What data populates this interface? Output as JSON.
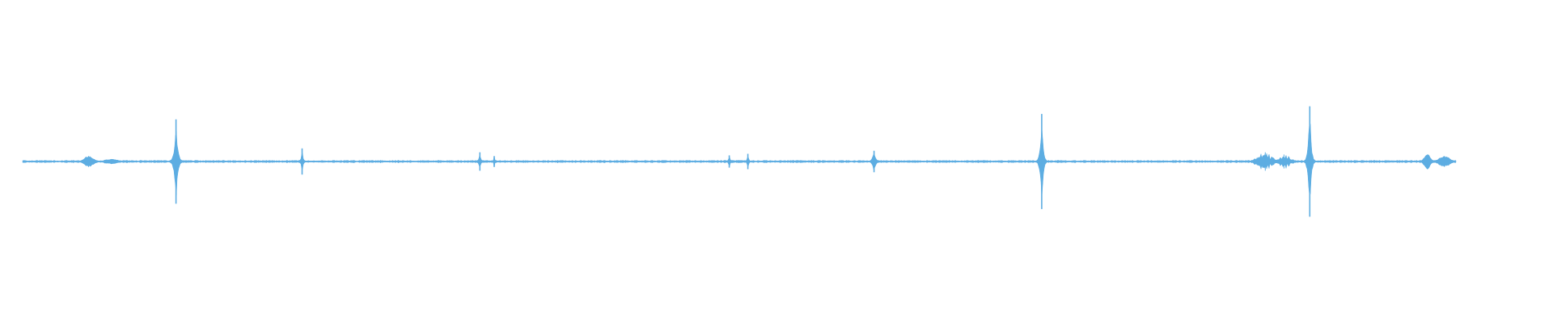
{
  "waveform": {
    "color": "#5dade2",
    "background": "#ffffff",
    "time_start": 0,
    "time_end": 100,
    "amplitude_max": 1.0,
    "baseline_amplitude": 0.012,
    "events": [
      {
        "t": 4.6,
        "amp": 0.07,
        "width": 0.6,
        "shape": "blob"
      },
      {
        "t": 6.2,
        "amp": 0.03,
        "width": 0.9,
        "shape": "blob"
      },
      {
        "t": 10.7,
        "amp": 0.55,
        "width": 0.35,
        "shape": "spike"
      },
      {
        "t": 19.5,
        "amp": 0.17,
        "width": 0.2,
        "shape": "spike"
      },
      {
        "t": 31.9,
        "amp": 0.12,
        "width": 0.2,
        "shape": "spike"
      },
      {
        "t": 32.9,
        "amp": 0.07,
        "width": 0.15,
        "shape": "spike"
      },
      {
        "t": 49.3,
        "amp": 0.08,
        "width": 0.2,
        "shape": "spike"
      },
      {
        "t": 50.6,
        "amp": 0.1,
        "width": 0.2,
        "shape": "spike"
      },
      {
        "t": 59.4,
        "amp": 0.14,
        "width": 0.35,
        "shape": "spike"
      },
      {
        "t": 71.1,
        "amp": 0.62,
        "width": 0.3,
        "shape": "spike"
      },
      {
        "t": 86.7,
        "amp": 0.12,
        "width": 0.6,
        "shape": "burst"
      },
      {
        "t": 88.0,
        "amp": 0.09,
        "width": 0.5,
        "shape": "burst"
      },
      {
        "t": 89.8,
        "amp": 0.72,
        "width": 0.3,
        "shape": "spike"
      },
      {
        "t": 98.0,
        "amp": 0.09,
        "width": 0.4,
        "shape": "blob"
      },
      {
        "t": 99.2,
        "amp": 0.07,
        "width": 0.7,
        "shape": "blob"
      }
    ]
  }
}
